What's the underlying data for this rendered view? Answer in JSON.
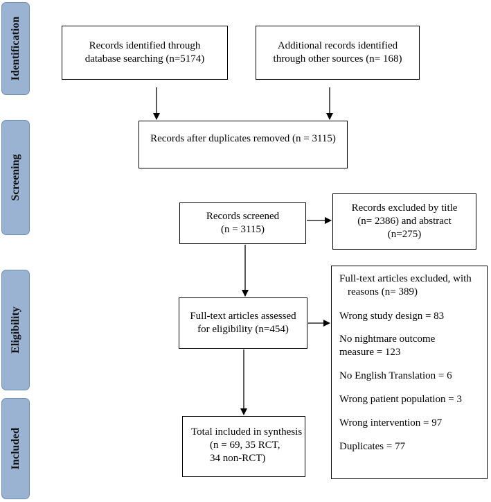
{
  "phases": {
    "identification": "Identification",
    "screening": "Screening",
    "eligibility": "Eligibility",
    "included": "Included"
  },
  "boxes": {
    "database": [
      "Records identified through",
      "database searching (n=5174)"
    ],
    "other_sources": [
      "Additional records identified",
      "through other sources (n= 168)"
    ],
    "duplicates_removed": "Records after duplicates removed (n = 3115)",
    "screened": [
      "Records screened",
      "(n = 3115)"
    ],
    "excluded_title": [
      "Records excluded by title",
      "(n= 2386) and abstract",
      "(n=275)"
    ],
    "fulltext_assessed": [
      "Full-text articles assessed",
      "for eligibility (n=454)"
    ],
    "fulltext_excluded": {
      "heading": [
        "Full-text articles excluded, with",
        "reasons (n= 389)"
      ],
      "reasons": [
        "Wrong study design = 83",
        [
          "No nightmare outcome",
          "measure = 123"
        ],
        "No English Translation = 6",
        "Wrong patient population = 3",
        "Wrong intervention = 97",
        "Duplicates = 77"
      ]
    },
    "included": [
      "Total included in synthesis",
      "(n = 69, 35 RCT,",
      "34 non-RCT)"
    ]
  }
}
